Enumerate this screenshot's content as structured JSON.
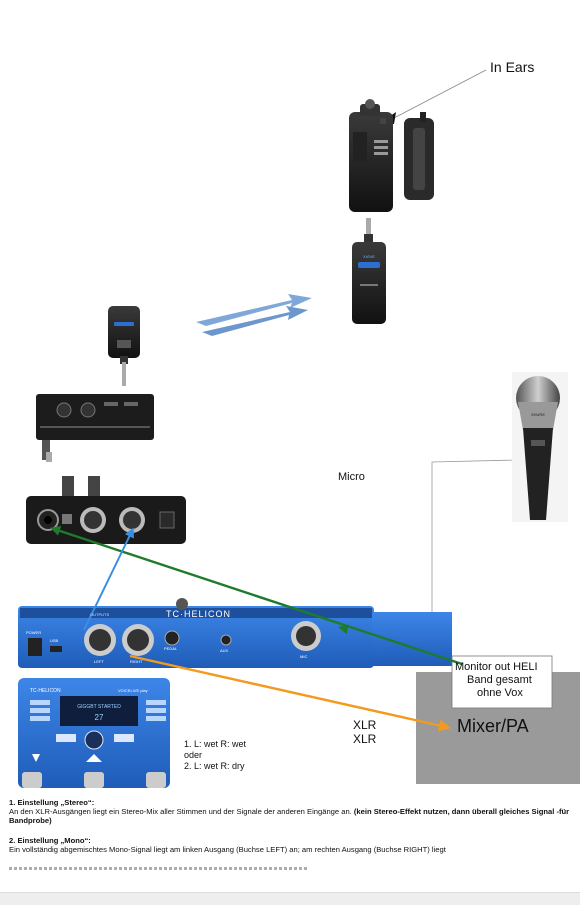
{
  "labels": {
    "in_ears": "In Ears",
    "micro": "Micro",
    "monitor_out": [
      "Monitor out HELI",
      "Band gesamt",
      "ohne Vox"
    ],
    "mixer_pa": "Mixer/PA",
    "xlr_1": "XLR",
    "xlr_2": "XLR",
    "mode_1": "1.   L:  wet  R: wet",
    "mode_or": "oder",
    "mode_2": "2.   L:  wet  R: dry"
  },
  "device_text": {
    "brand": "TC·HELICON",
    "outputs": "OUTPUTS",
    "left": "LEFT",
    "right": "RIGHT",
    "pedal": "PEDAL",
    "aux": "AUX",
    "mic": "MIC",
    "power": "POWER",
    "usb": "USB",
    "pedal_brand": "TC·HELICON",
    "pedal_model": "VOICELIVE play",
    "screen_line1": "GIGGBT STARTED",
    "screen_line2": "27",
    "wireless_brand": "XVIVE",
    "mic_brand": "SHURE"
  },
  "notes": {
    "stereo_title": "1. Einstellung „Stereo“:",
    "stereo_body": "An den XLR-Ausgängen liegt ein Stereo-Mix aller Stimmen und der Signale der anderen Eingänge an.",
    "stereo_bold": "(kein Stereo-Effekt nutzen, dann überall gleiches Signal  -für Bandprobe)",
    "mono_title": "2. Einstellung „Mono“:",
    "mono_body": "Ein vollständig abgemischtes Mono-Signal liegt am linken Ausgang (Buchse LEFT) an; am rechten Ausgang (Buchse RIGHT) liegt"
  },
  "colors": {
    "green_arrow": "#1e7b2e",
    "blue_arrow": "#3a8ee0",
    "orange_arrow": "#f39a1e",
    "mixer_box": "#9a9a9a",
    "helicon_blue": "#2d6fd0",
    "wireless_arrow": "#7fa8d8"
  }
}
